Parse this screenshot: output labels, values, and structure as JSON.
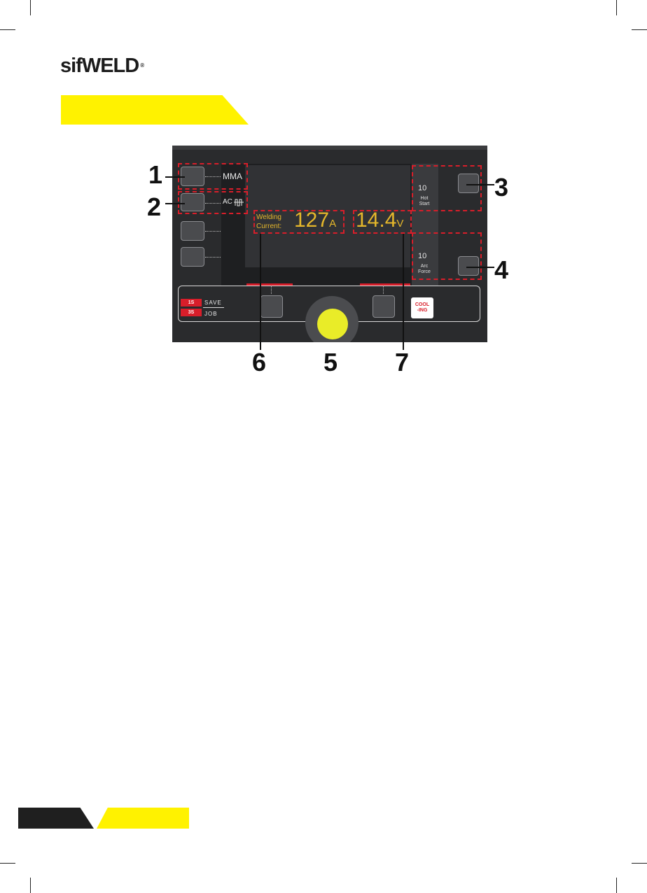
{
  "brand": {
    "name": "sifWELD",
    "registered": "®"
  },
  "panel": {
    "mode_label": "MMA",
    "polarity_label": "AC",
    "current_label_line1": "Welding",
    "current_label_line2": "Current:",
    "current_value": "127",
    "current_unit": "A",
    "voltage_value": "14.4",
    "voltage_unit": "V",
    "hot_start_value": "10",
    "hot_start_line1": "Hot",
    "hot_start_line2": "Start",
    "arc_force_value": "10",
    "arc_force_line1": "Arc",
    "arc_force_line2": "Force",
    "save_badge": "1S",
    "save_label": "SAVE",
    "job_badge": "3S",
    "job_label": "JOB",
    "cooling_line1": "COOL",
    "cooling_line2": "-ING"
  },
  "callouts": [
    "1",
    "2",
    "3",
    "4",
    "5",
    "6",
    "7"
  ],
  "colors": {
    "accent_yellow": "#fff200",
    "display_amber": "#e5b72b",
    "dash_red": "#d81e2a",
    "knob": "#e9ec28"
  }
}
